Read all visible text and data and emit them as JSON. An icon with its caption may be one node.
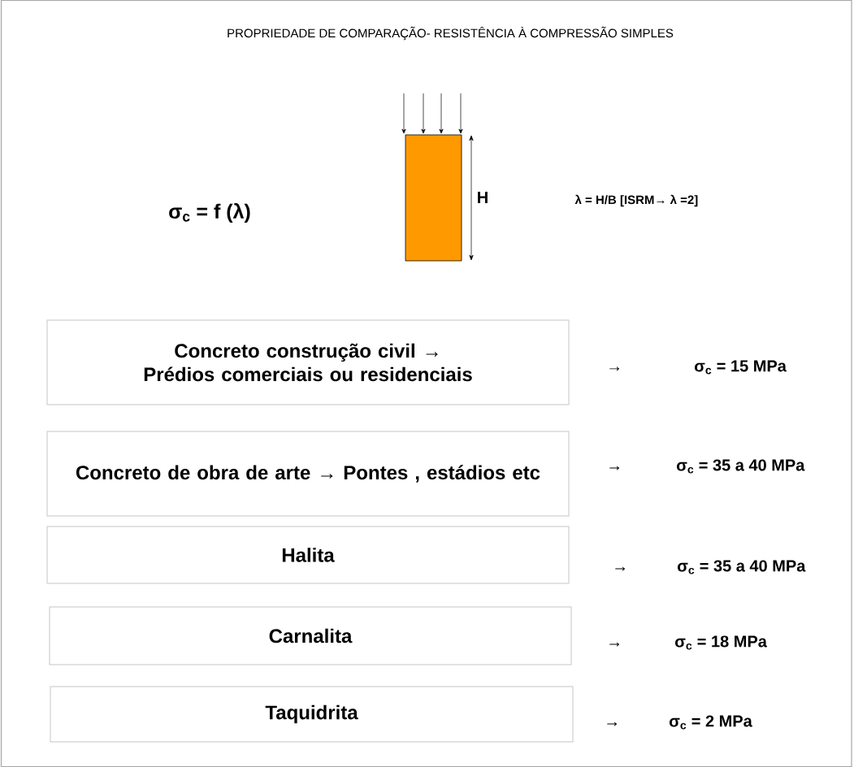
{
  "diagram": {
    "title": "PROPRIEDADE DE COMPARAÇÃO- RESISTÊNCIA À COMPRESSÃO SIMPLES",
    "nodes": [
      {
        "text": [
          "Concreto construção civil → Prédios comerciais ou residenciais"
        ]
      },
      {
        "text": [
          "Concreto de obra de arte → Pontes , estádios etc"
        ]
      },
      {
        "text": [
          "Halita"
        ]
      },
      {
        "text": [
          "Carnalita"
        ]
      },
      {
        "text": [
          "Taquidrita"
        ]
      },
      {
        "text": [
          "→",
          "σ$_{c}$ = 15 MPa"
        ]
      },
      {
        "text": [
          "→",
          "σ$_{c}$ = 35 a 40 MPa"
        ]
      },
      {
        "text": [
          "→",
          "σ$_{c}$ = 35 a 40 MPa"
        ]
      },
      {
        "text": [
          "→",
          "σ$_{c}$ = 18  MPa"
        ]
      },
      {
        "text": [
          "→",
          "σ$_{c}$ = 2  MPa"
        ]
      }
    ],
    "labels": [
      "σ$_{c}$ = f (λ)",
      "H",
      "λ = H/B [ISRM→ λ =2]"
    ]
  }
}
